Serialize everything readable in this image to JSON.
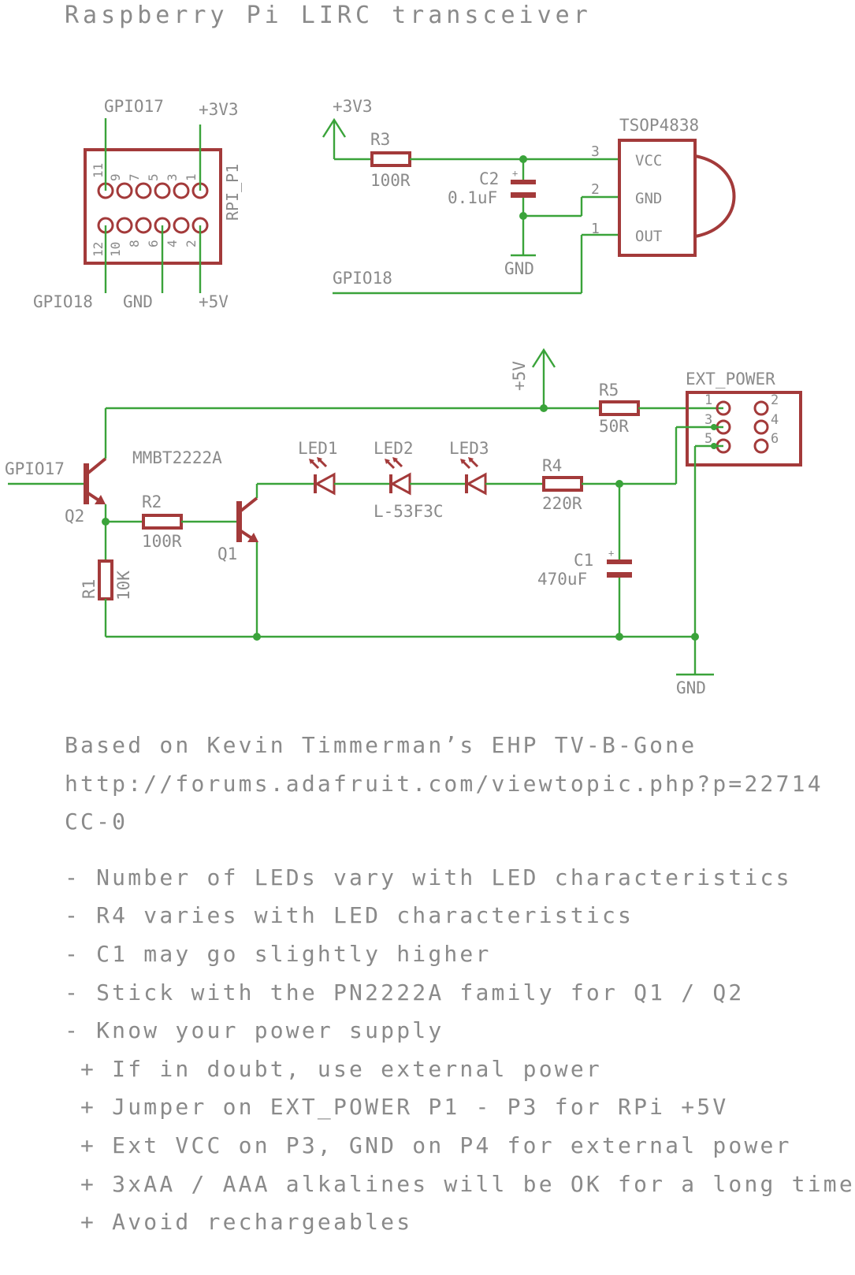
{
  "title": "Raspberry Pi LIRC transceiver",
  "header": {
    "name": "RPI_P1",
    "pins_top": [
      "11",
      "9",
      "7",
      "5",
      "3",
      "1"
    ],
    "pins_bottom": [
      "12",
      "10",
      "8",
      "6",
      "4",
      "2"
    ],
    "net_gpio17": "GPIO17",
    "net_3v3": "+3V3",
    "net_gpio18": "GPIO18",
    "net_gnd": "GND",
    "net_5v": "+5V"
  },
  "receiver": {
    "supply": "+3V3",
    "r3_name": "R3",
    "r3_value": "100R",
    "c2_name": "C2",
    "c2_value": "0.1uF",
    "gnd": "GND",
    "gpio18": "GPIO18",
    "ic_name": "TSOP4838",
    "pin3_num": "3",
    "pin3_name": "VCC",
    "pin2_num": "2",
    "pin2_name": "GND",
    "pin1_num": "1",
    "pin1_name": "OUT"
  },
  "transmitter": {
    "supply": "+5V",
    "r5_name": "R5",
    "r5_value": "50R",
    "ext_name": "EXT_POWER",
    "ext_pins": [
      "1",
      "2",
      "3",
      "4",
      "5",
      "6"
    ],
    "gpio17": "GPIO17",
    "transistor_type": "MMBT2222A",
    "q2_name": "Q2",
    "q1_name": "Q1",
    "r2_name": "R2",
    "r2_value": "100R",
    "r1_name": "R1",
    "r1_value": "10K",
    "led1": "LED1",
    "led2": "LED2",
    "led3": "LED3",
    "led_type": "L-53F3C",
    "r4_name": "R4",
    "r4_value": "220R",
    "c1_name": "C1",
    "c1_value": "470uF",
    "gnd": "GND"
  },
  "notes": [
    "Based on Kevin Timmerman’s EHP TV-B-Gone",
    "http://forums.adafruit.com/viewtopic.php?p=22714",
    "CC-0",
    "",
    "- Number of LEDs vary with LED characteristics",
    "- R4 varies with LED characteristics",
    "- C1 may go slightly higher",
    "- Stick with the PN2222A family for Q1 / Q2",
    "- Know your power supply",
    " + If in doubt, use external power",
    " + Jumper on EXT_POWER P1 - P3 for RPi +5V",
    " + Ext VCC on P3, GND on P4 for external power",
    " + 3xAA / AAA alkalines will be OK for a long time",
    " + Avoid rechargeables"
  ]
}
